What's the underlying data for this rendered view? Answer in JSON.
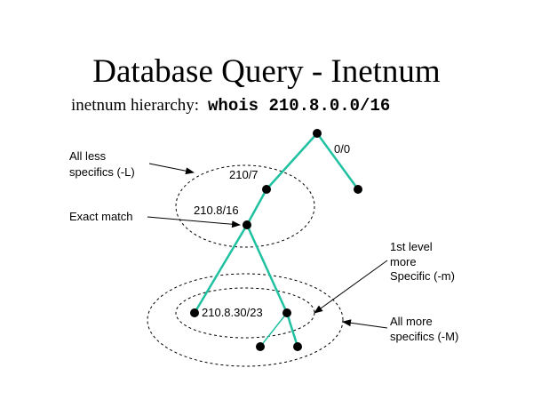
{
  "title": "Database Query - Inetnum",
  "subtitle": {
    "prefix": "inetnum hierarchy:",
    "command": "whois 210.8.0.0/16"
  },
  "nodes": {
    "root": "0/0",
    "n1": "210/7",
    "n2": "210.8/16",
    "n3": "210.8.30/23"
  },
  "annotations": {
    "less_line1": "All less",
    "less_line2": "specifics (-L)",
    "exact": "Exact match",
    "first_line1": "1st level",
    "first_line2": "more",
    "first_line3": "Specific (-m)",
    "more_line1": "All more",
    "more_line2": "specifics (-M)"
  },
  "colors": {
    "edge": "#1fc1a0"
  }
}
